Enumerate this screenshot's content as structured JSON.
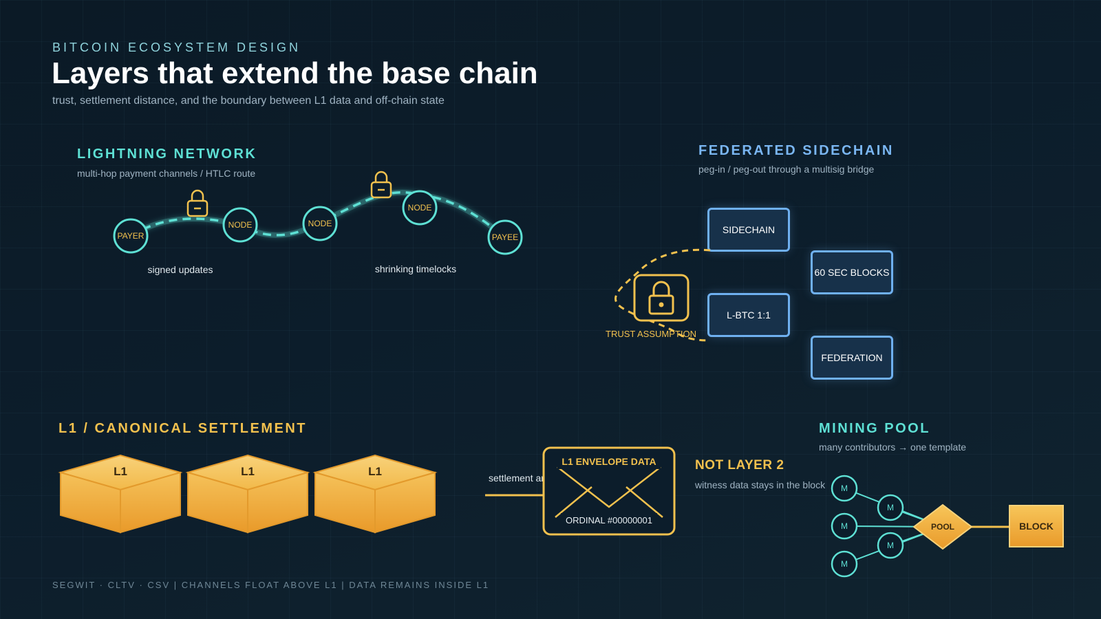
{
  "header": {
    "kicker": "BITCOIN ECOSYSTEM DESIGN",
    "title": "Layers that extend the base chain",
    "subtitle": "trust, settlement distance, and the boundary between L1 data and off-chain state"
  },
  "lightning": {
    "title": "LIGHTNING NETWORK",
    "subtitle": "multi-hop payment channels / HTLC route",
    "nodes": [
      "PAYER",
      "NODE",
      "NODE",
      "NODE",
      "PAYEE"
    ],
    "note_left": "signed updates",
    "note_right": "shrinking timelocks"
  },
  "sidechain": {
    "title": "FEDERATED SIDECHAIN",
    "subtitle": "peg-in / peg-out through a multisig bridge",
    "boxes": {
      "sidechain": "SIDECHAIN",
      "blocks": "60 SEC BLOCKS",
      "lbtc": "L-BTC 1:1",
      "federation": "FEDERATION"
    },
    "trust_label": "TRUST ASSUMPTION"
  },
  "settlement": {
    "title": "L1 / CANONICAL SETTLEMENT",
    "blocks": [
      "L1",
      "L1",
      "L1"
    ],
    "connector_label": "settlement ar",
    "envelope_title": "L1 ENVELOPE DATA",
    "envelope_id": "ORDINAL #00000001",
    "not_layer2_title": "NOT LAYER 2",
    "not_layer2_sub": "witness data stays in the block"
  },
  "mining": {
    "title": "MINING POOL",
    "subtitle": "many contributors → one template",
    "miner_label": "M",
    "pool_label": "POOL",
    "block_label": "BLOCK"
  },
  "footer": "SEGWIT · CLTV · CSV | CHANNELS FLOAT ABOVE L1 | DATA REMAINS INSIDE L1",
  "colors": {
    "teal": "#5ee0d4",
    "blue": "#6fb0f0",
    "gold": "#f2c14e",
    "background": "#0c1d2b"
  }
}
